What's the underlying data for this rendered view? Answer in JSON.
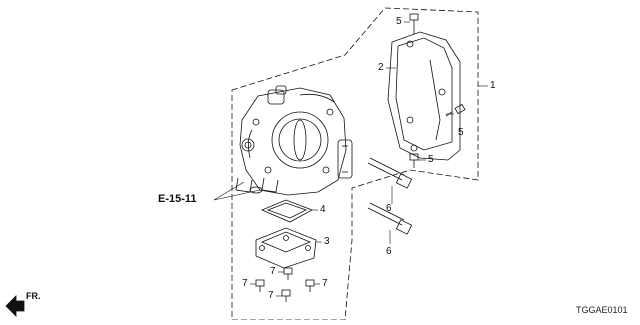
{
  "diagram": {
    "reference_label": "E-15-11",
    "diagram_code": "TGGAE0101",
    "direction_label": "FR.",
    "callouts": {
      "c1": "1",
      "c2": "2",
      "c3": "3",
      "c4": "4",
      "c5a": "5",
      "c5b": "5",
      "c5c": "5",
      "c6a": "6",
      "c6b": "6",
      "c7a": "7",
      "c7b": "7",
      "c7c": "7",
      "c7d": "7"
    }
  }
}
